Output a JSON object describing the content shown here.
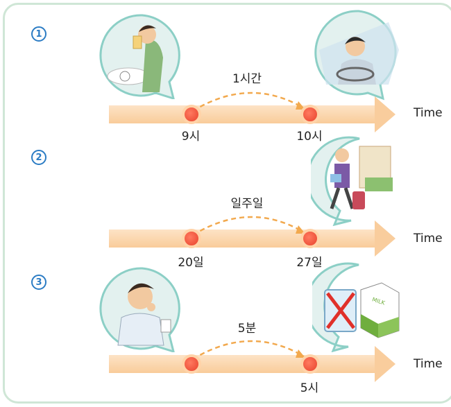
{
  "axis_label": "Time",
  "rows": [
    {
      "num": "1",
      "interval": "1시간",
      "ticks": [
        "9시",
        "10시"
      ]
    },
    {
      "num": "2",
      "interval": "일주일",
      "ticks": [
        "20일",
        "27일"
      ]
    },
    {
      "num": "3",
      "interval": "5분",
      "ticks": [
        "",
        "5시"
      ]
    }
  ],
  "milk_label": "MILK",
  "colors": {
    "frame": "#cfe6d6",
    "bubble_fill": "#e3f1ef",
    "bubble_stroke": "#8ccfc6",
    "arrow": "#f9cc9a",
    "dot": "#e8432c",
    "dash": "#f2a94e"
  }
}
